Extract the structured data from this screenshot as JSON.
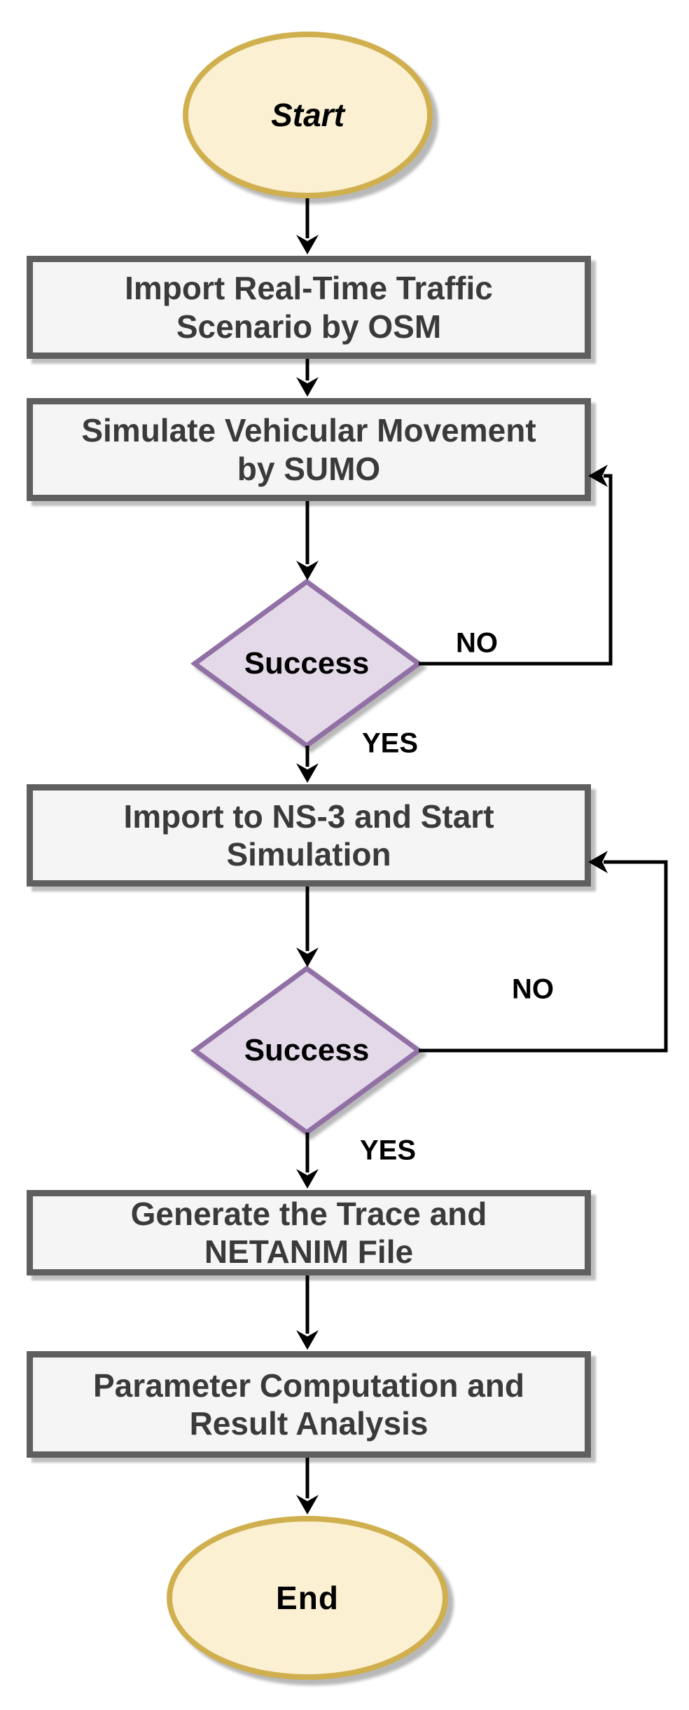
{
  "flowchart": {
    "nodes": [
      {
        "id": "start",
        "type": "terminator",
        "label": "Start"
      },
      {
        "id": "import-osm",
        "type": "process",
        "label": "Import Real-Time Traffic\nScenario by OSM"
      },
      {
        "id": "simulate-sumo",
        "type": "process",
        "label": "Simulate Vehicular Movement\nby SUMO"
      },
      {
        "id": "success-sumo",
        "type": "decision",
        "label": "Success"
      },
      {
        "id": "import-ns3",
        "type": "process",
        "label": "Import to NS-3 and Start\nSimulation"
      },
      {
        "id": "success-ns3",
        "type": "decision",
        "label": "Success"
      },
      {
        "id": "generate-trace",
        "type": "process",
        "label": "Generate the Trace and\nNETANIM File"
      },
      {
        "id": "parameter-computation",
        "type": "process",
        "label": "Parameter Computation and\nResult Analysis"
      },
      {
        "id": "end",
        "type": "terminator",
        "label": "End"
      }
    ],
    "edges": [
      {
        "from": "start",
        "to": "import-osm",
        "label": ""
      },
      {
        "from": "import-osm",
        "to": "simulate-sumo",
        "label": ""
      },
      {
        "from": "simulate-sumo",
        "to": "success-sumo",
        "label": ""
      },
      {
        "from": "success-sumo",
        "to": "simulate-sumo",
        "label": "NO"
      },
      {
        "from": "success-sumo",
        "to": "import-ns3",
        "label": "YES"
      },
      {
        "from": "import-ns3",
        "to": "success-ns3",
        "label": ""
      },
      {
        "from": "success-ns3",
        "to": "import-ns3",
        "label": "NO"
      },
      {
        "from": "success-ns3",
        "to": "generate-trace",
        "label": "YES"
      },
      {
        "from": "generate-trace",
        "to": "parameter-computation",
        "label": ""
      },
      {
        "from": "parameter-computation",
        "to": "end",
        "label": ""
      }
    ],
    "colors": {
      "terminator_fill": "#FBF0D2",
      "terminator_stroke": "#D0AF4F",
      "process_fill": "#F5F5F5",
      "process_stroke": "#5F5F5F",
      "process_text": "#3A3A3A",
      "decision_fill": "#E3D9E9",
      "decision_stroke": "#9070A5",
      "decision_text": "#000000",
      "connector": "#000000",
      "background": "#FFFFFF"
    }
  }
}
